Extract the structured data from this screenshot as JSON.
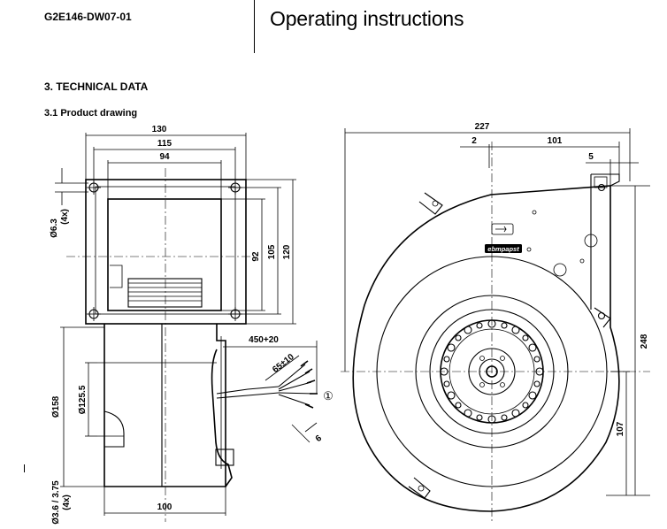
{
  "header": {
    "model_code": "G2E146-DW07-01",
    "title": "Operating instructions"
  },
  "section": {
    "heading": "3. TECHNICAL DATA",
    "subheading": "3.1 Product drawing"
  },
  "drawing": {
    "front_view": {
      "dim_overall_width": "130",
      "dim_hole_spacing": "115",
      "dim_opening_width": "94",
      "dim_hole_dia": "Ø6.3",
      "dim_hole_count": "(4x)",
      "dim_opening_height": "92",
      "dim_hole_spacing_v": "105",
      "dim_overall_height": "120",
      "dim_housing_dia": "Ø158",
      "dim_inner_dia": "Ø125.5",
      "dim_mount_hole": "Ø3.6 / 3.75",
      "dim_mount_count": "(4x)",
      "dim_depth": "100",
      "dim_cable_length": "450+20",
      "dim_strip_length": "65±10",
      "dim_strip_end": "6",
      "callout_number": "①"
    },
    "side_view": {
      "dim_total_width": "227",
      "dim_offset": "2",
      "dim_flange_width": "101",
      "dim_flange_thickness": "5",
      "dim_total_height": "248",
      "dim_axis_height": "107",
      "logo_text": "ebmpapst"
    }
  }
}
